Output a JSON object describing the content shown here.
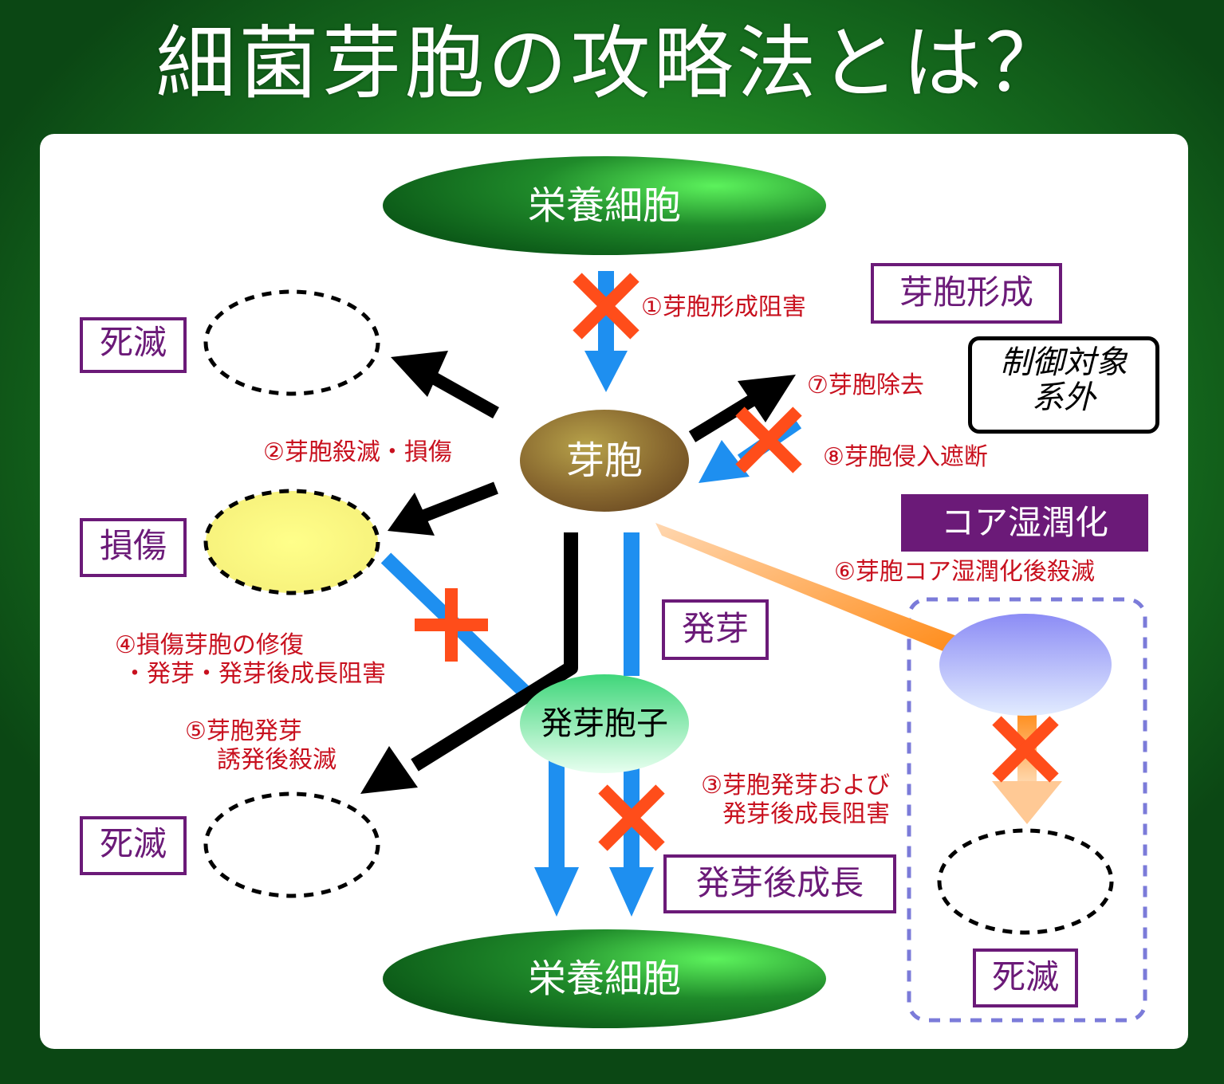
{
  "title": "細菌芽胞の攻略法とは？",
  "nodes": {
    "vegetative_top": "栄養細胞",
    "spore": "芽胞",
    "germinated_spore": "発芽胞子",
    "vegetative_bottom": "栄養細胞"
  },
  "boxes": {
    "death_top": "死滅",
    "damage": "損傷",
    "death_bottom": "死滅",
    "spore_formation": "芽胞形成",
    "germination": "発芽",
    "post_germination_growth": "発芽後成長",
    "core_hydration": "コア湿潤化",
    "death_right": "死滅",
    "outside_control_line1": "制御対象",
    "outside_control_line2": "系外"
  },
  "methods": {
    "m1": "①芽胞形成阻害",
    "m2": "②芽胞殺滅・損傷",
    "m3_line1": "③芽胞発芽および",
    "m3_line2": "発芽後成長阻害",
    "m4_line1": "④損傷芽胞の修復",
    "m4_line2": "・発芽・発芽後成長阻害",
    "m5_line1": "⑤芽胞発芽",
    "m5_line2": "誘発後殺滅",
    "m6": "⑥芽胞コア湿潤化後殺滅",
    "m7": "⑦芽胞除去",
    "m8": "⑧芽胞侵入遮断"
  },
  "colors": {
    "purple": "#6b1a78",
    "red_text": "#c8101e",
    "cross": "#ff4d1a",
    "blue_arrow": "#1e8ff0",
    "orange_arrow": "#ff8c1a"
  }
}
